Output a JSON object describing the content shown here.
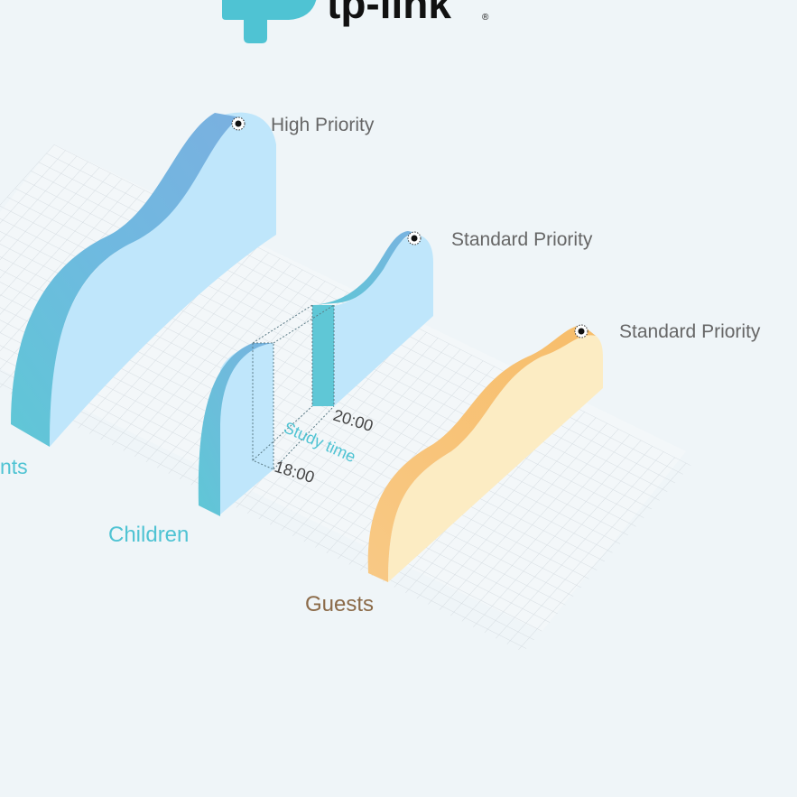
{
  "brand": {
    "wordmark": "tp-link",
    "registered_mark": "®"
  },
  "groups": [
    {
      "id": "parents",
      "label": "Parents",
      "visible_label": "nts",
      "priority": "High Priority",
      "label_color": "#4fc3d3"
    },
    {
      "id": "children",
      "label": "Children",
      "priority": "Standard Priority",
      "label_color": "#4fc3d3"
    },
    {
      "id": "guests",
      "label": "Guests",
      "priority": "Standard Priority",
      "label_color": "#8b6a48"
    }
  ],
  "schedule": {
    "label": "Study time",
    "start": "18:00",
    "end": "20:00"
  },
  "colors": {
    "background": "#eff5f8",
    "teal": "#4fc3d3",
    "blue_top": "#78b4e0",
    "blue_face": "#bfe6fb",
    "orange_top": "#f8c985",
    "orange_face": "#fcecc3",
    "text_gray": "#666666"
  }
}
